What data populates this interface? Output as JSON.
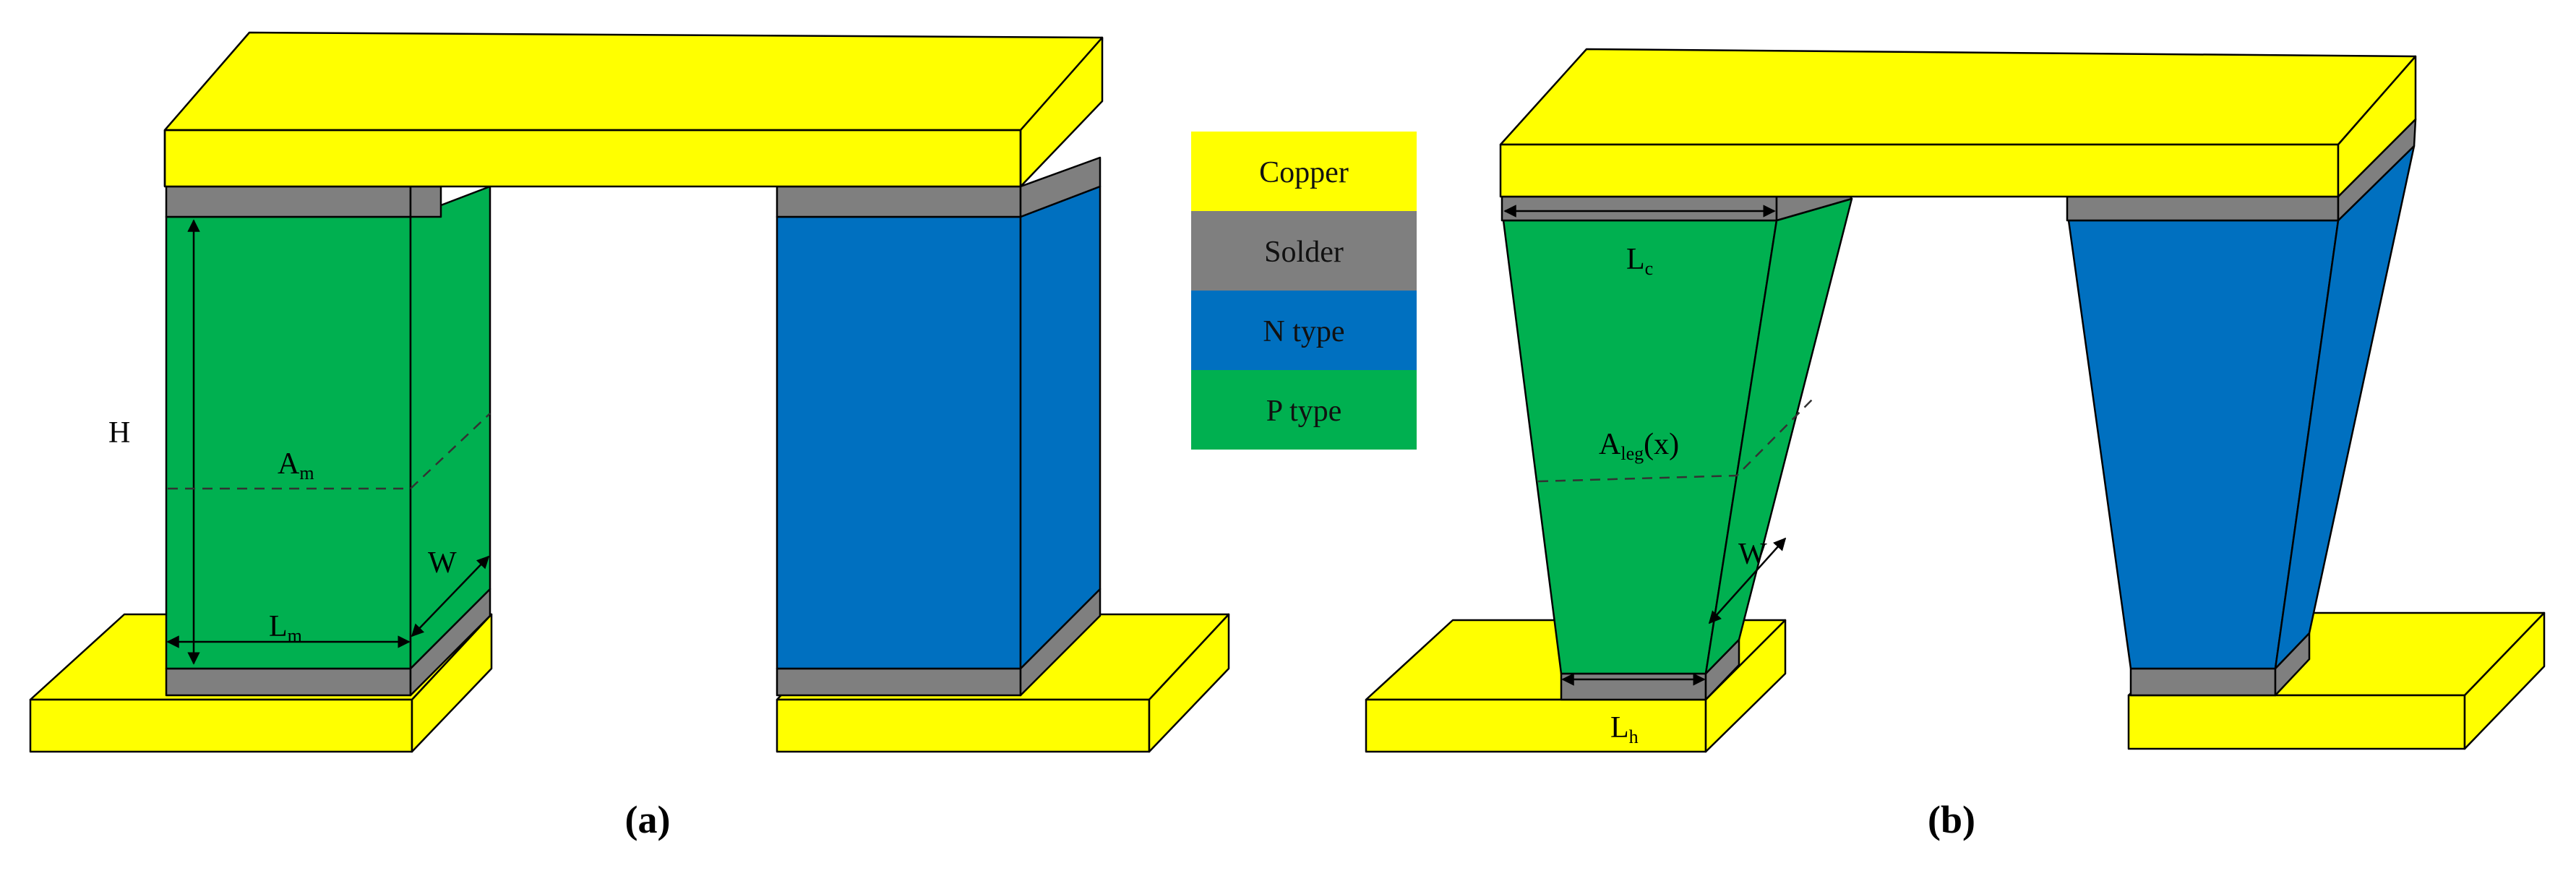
{
  "legend": {
    "items": [
      {
        "label": "Copper",
        "color": "#ffff00"
      },
      {
        "label": "Solder",
        "color": "#7f7f7f"
      },
      {
        "label": "N type",
        "color": "#0070c0"
      },
      {
        "label": "P type",
        "color": "#00b050"
      }
    ]
  },
  "panel_a": {
    "caption": "(a)",
    "height_label": "H",
    "area_label": "A",
    "area_sub": "m",
    "length_label": "L",
    "length_sub": "m",
    "width_label": "W"
  },
  "panel_b": {
    "caption": "(b)",
    "top_length_label": "L",
    "top_length_sub": "c",
    "area_label": "A",
    "area_sub": "leg",
    "area_suffix": "(x)",
    "bottom_length_label": "L",
    "bottom_length_sub": "h",
    "width_label": "W"
  }
}
